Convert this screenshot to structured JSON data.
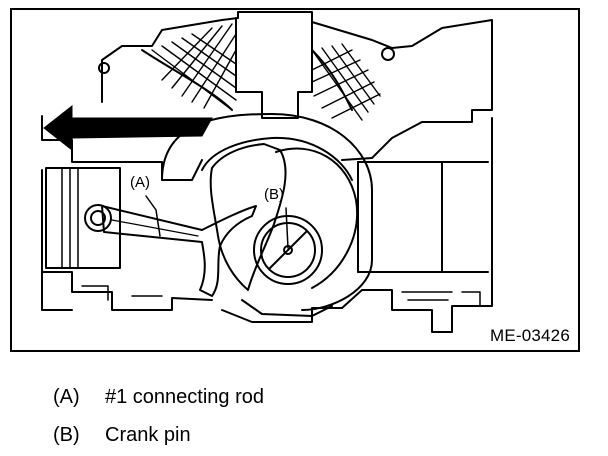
{
  "figure": {
    "id": "ME-03426",
    "callouts": {
      "a": "(A)",
      "b": "(B)"
    }
  },
  "legend": [
    {
      "key": "(A)",
      "label": "#1 connecting rod"
    },
    {
      "key": "(B)",
      "label": "Crank pin"
    }
  ]
}
